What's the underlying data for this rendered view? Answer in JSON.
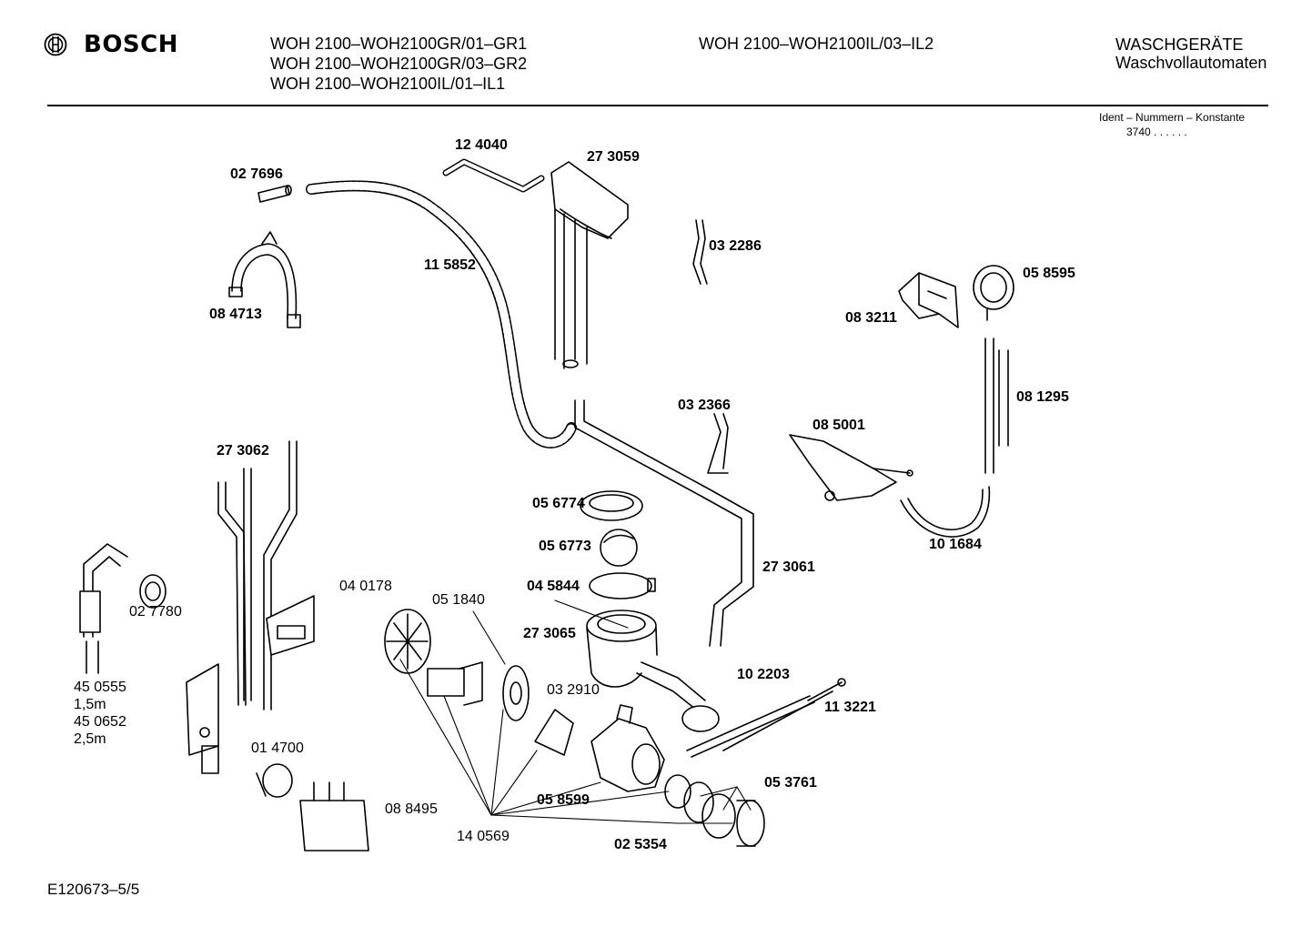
{
  "header": {
    "brand": "BOSCH",
    "models_col1": [
      "WOH 2100–WOH2100GR/01–GR1",
      "WOH 2100–WOH2100GR/03–GR2",
      "WOH 2100–WOH2100IL/01–IL1"
    ],
    "models_col2": [
      "WOH 2100–WOH2100IL/03–IL2"
    ],
    "category": "WASCHGERÄTE",
    "subcategory": "Waschvollautomaten",
    "ident_title": "Ident – Nummern – Konstante",
    "ident_value": "3740 . .   . . . ."
  },
  "parts": {
    "p027696": "02 7696",
    "p124040": "12 4040",
    "p273059": "27 3059",
    "p032286": "03 2286",
    "p115852": "11 5852",
    "p084713": "08 4713",
    "p058595": "05 8595",
    "p083211": "08 3211",
    "p081295": "08 1295",
    "p032366": "03 2366",
    "p085001": "08 5001",
    "p273062": "27 3062",
    "p056774": "05 6774",
    "p056773": "05 6773",
    "p045844": "04 5844",
    "p273061": "27 3061",
    "p101684": "10 1684",
    "p040178": "04 0178",
    "p051840": "05 1840",
    "p273065": "27 3065",
    "p027780": "02 7780",
    "p450555": "45 0555",
    "len1": "1,5m",
    "p450652": "45 0652",
    "len2": "2,5m",
    "p102203": "10 2203",
    "p113221": "11 3221",
    "p032910": "03 2910",
    "p014700": "01 4700",
    "p053761": "05 3761",
    "p058599": "05 8599",
    "p088495": "08 8495",
    "p140569": "14 0569",
    "p025354": "02 5354"
  },
  "footer": {
    "code": "E120673–5/5"
  }
}
